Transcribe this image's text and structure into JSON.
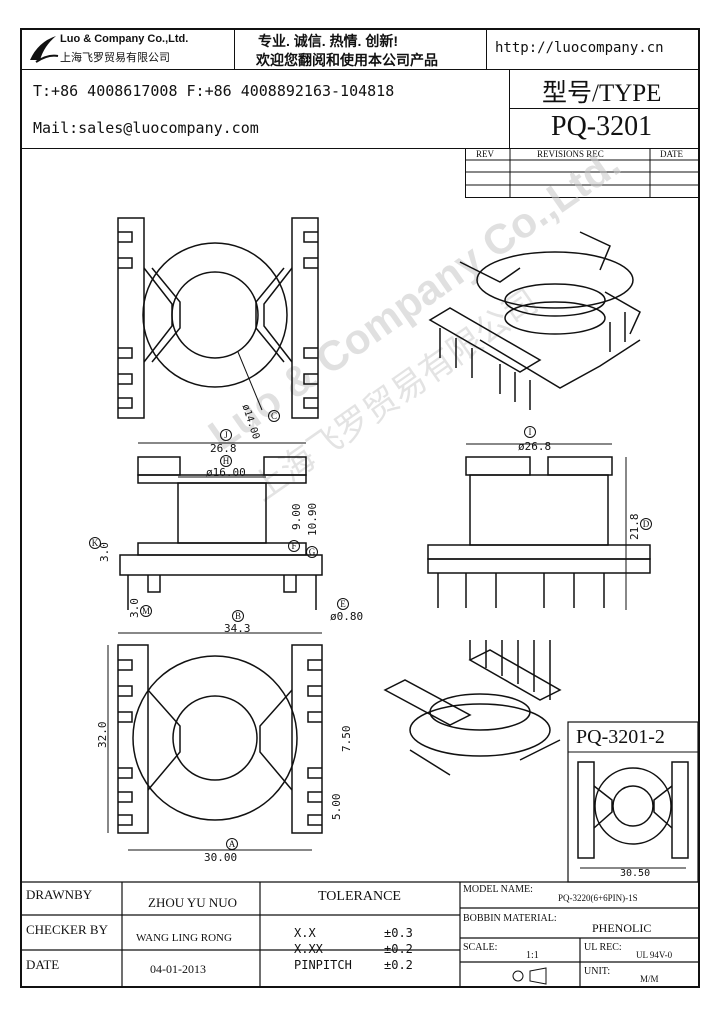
{
  "header": {
    "company_en": "Luo & Company Co.,Ltd.",
    "company_cn": "上海飞罗贸易有限公司",
    "slogan": "专业. 诚信. 热情. 创新!",
    "welcome": "欢迎您翻阅和使用本公司产品",
    "website": "http://luocompany.cn",
    "phone": "T:+86 4008617008 F:+86 4008892163-104818",
    "mail": "Mail:sales@luocompany.com",
    "type_label": "型号/TYPE",
    "type_value": "PQ-3201"
  },
  "revisions": {
    "col_rev": "REV",
    "col_rec": "REVISIONS REC",
    "col_date": "DATE"
  },
  "watermark": {
    "en": "Luo & Company Co.,Ltd.",
    "cn": "上海飞罗贸易有限公司"
  },
  "dimensions": {
    "d_14": "ø14.00",
    "d_26_8": "26.8",
    "d_16": "ø16.00",
    "d_9": "9.00",
    "d_10_9": "10.90",
    "d_3_top": "3.0",
    "d_3_bot": "3.0",
    "d_0_8": "ø0.80",
    "d_26_8_r": "ø26.8",
    "d_21_8": "21.8",
    "d_34_3": "34.3",
    "d_32": "32.0",
    "d_7_5": "7.50",
    "d_5": "5.00",
    "d_30": "30.00",
    "d_30_5": "30.50",
    "circ_c": "C",
    "circ_j": "J",
    "circ_h": "H",
    "circ_f": "F",
    "circ_g": "G",
    "circ_k": "K",
    "circ_m": "M",
    "circ_b": "B",
    "circ_e": "E",
    "circ_d": "D",
    "circ_a": "A",
    "circ_i": "I"
  },
  "variant": {
    "label": "PQ-3201-2"
  },
  "title_block": {
    "drawnby_label": "DRAWNBY",
    "drawnby_value": "ZHOU YU NUO",
    "checker_label": "CHECKER BY",
    "checker_value": "WANG LING RONG",
    "date_label": "DATE",
    "date_value": "04-01-2013",
    "tolerance_label": "TOLERANCE",
    "tol_1_label": "X.X",
    "tol_1_value": "±0.3",
    "tol_2_label": "X.XX",
    "tol_2_value": "±0.2",
    "tol_3_label": "PINPITCH",
    "tol_3_value": "±0.2",
    "model_label": "MODEL NAME:",
    "model_value": "PQ-3220(6+6PIN)-1S",
    "bobbin_label": "BOBBIN MATERIAL:",
    "bobbin_value": "PHENOLIC",
    "scale_label": "SCALE:",
    "scale_value": "1:1",
    "ul_label": "UL REC:",
    "ul_value": "UL 94V-0",
    "unit_label": "UNIT:",
    "unit_value": "M/M"
  }
}
